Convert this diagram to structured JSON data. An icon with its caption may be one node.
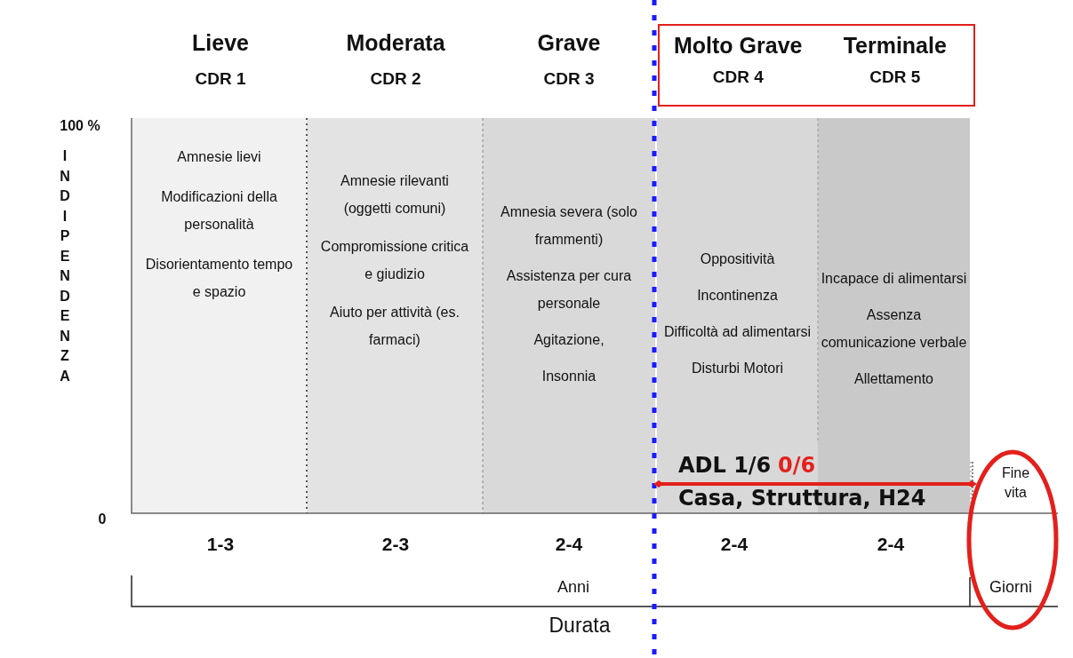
{
  "diagram": {
    "nodes": [
      {
        "text": [
          "Molto Grave",
          "CDR 4",
          "Terminale",
          "CDR 5"
        ]
      },
      {
        "text": [
          "Amnesie lievi",
          "Modificazioni della personalità",
          "Disorientamento tempo e spazio"
        ]
      },
      {
        "text": [
          "Amnesie rilevanti (oggetti comuni)",
          "Compromissione critica e giudizio",
          "Aiuto per attività (es. farmaci)"
        ]
      },
      {
        "text": [
          "Amnesia severa (solo frammenti)",
          "Assistenza per cura personale",
          "Agitazione,",
          "Insonnia"
        ]
      },
      {
        "text": [
          "Oppositività",
          "Incontinenza",
          "Difficoltà ad alimentarsi",
          "Disturbi Motori"
        ]
      },
      {
        "text": [
          "Incapace di alimentarsi",
          "Assenza comunicazione verbale",
          "Allettamento"
        ]
      },
      {
        "text": [
          "ADL 1/6",
          "0/6",
          "Casa, Struttura, H24"
        ]
      },
      {
        "text": [
          "Fine vita"
        ]
      }
    ],
    "edges": [
      {
        "from": 6,
        "to": 7,
        "arrow": "other"
      }
    ],
    "labels": [
      "Lieve",
      "CDR 1",
      "Moderata",
      "CDR 2",
      "Grave",
      "CDR 3",
      "100 %",
      "INDIPENDENZA",
      "0",
      "1-3",
      "2-3",
      "2-4",
      "2-4",
      "2-4",
      "Anni",
      "Giorni",
      "Durata"
    ]
  }
}
